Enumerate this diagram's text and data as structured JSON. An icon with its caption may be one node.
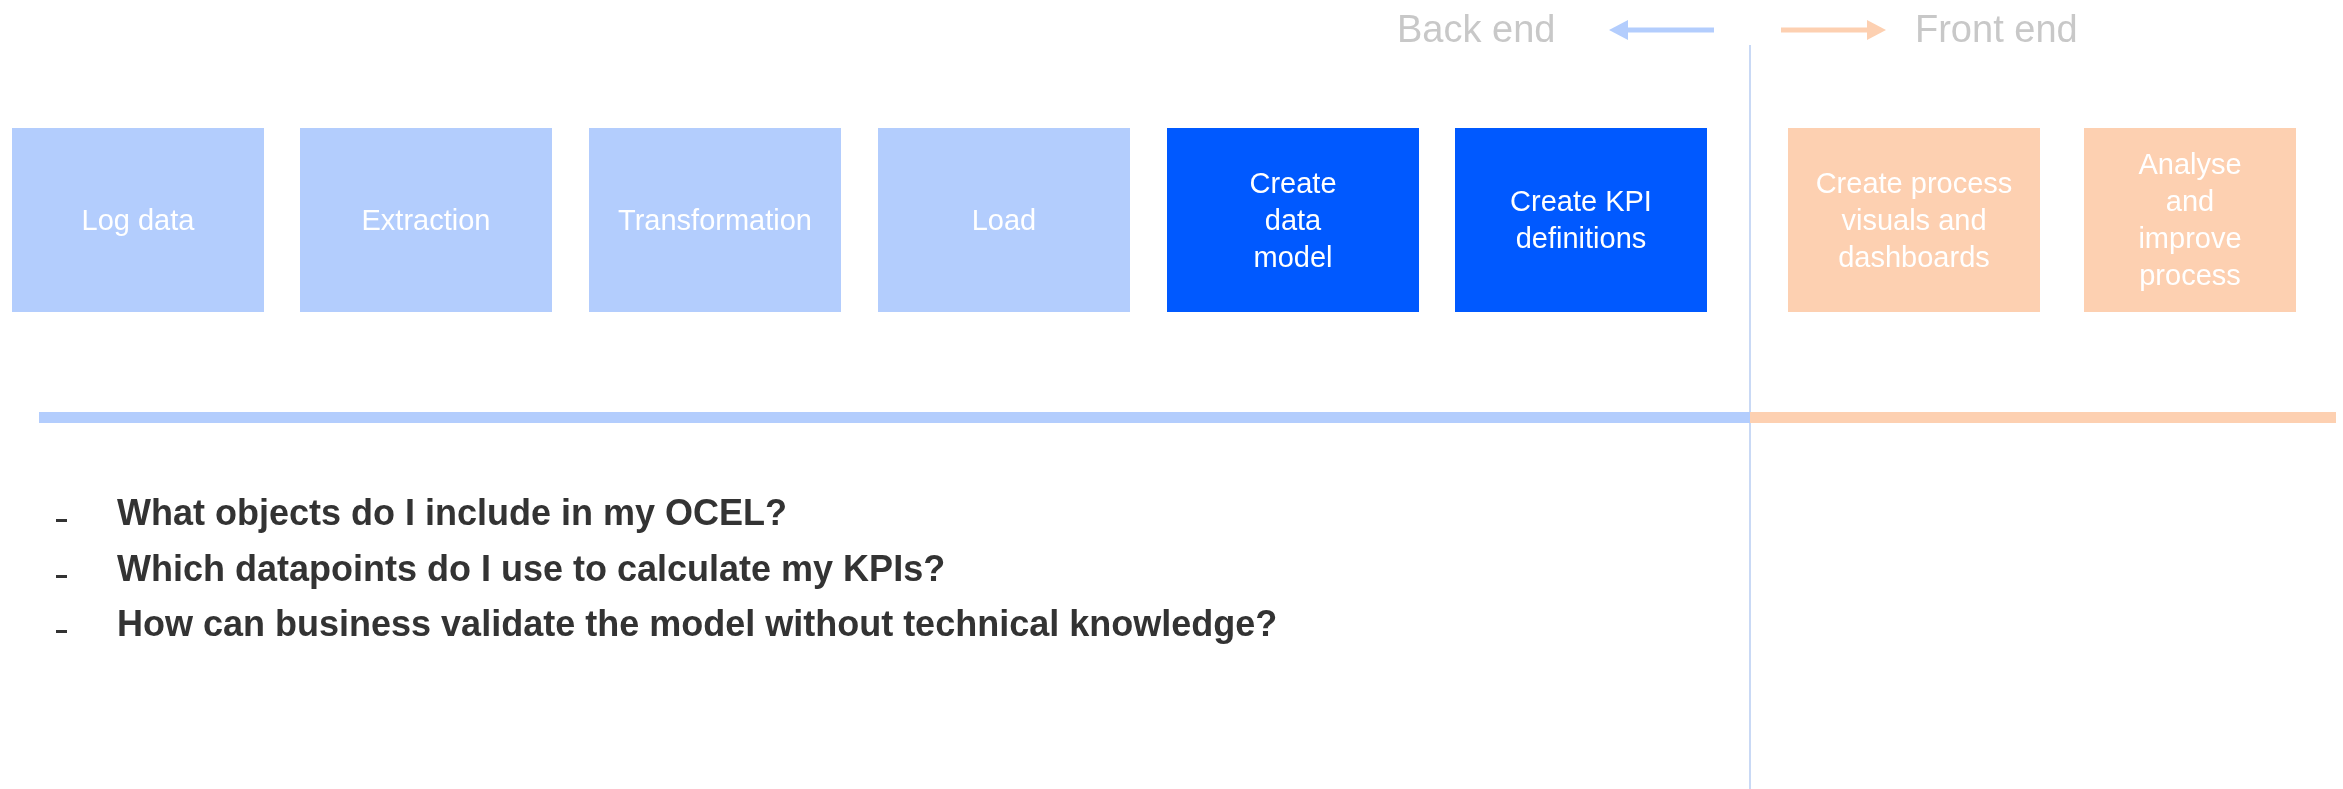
{
  "diagram": {
    "nodes": [
      {
        "text": [
          "Log data"
        ]
      },
      {
        "text": [
          "Extraction"
        ]
      },
      {
        "text": [
          "Transformation"
        ]
      },
      {
        "text": [
          "Load"
        ]
      },
      {
        "text": [
          "Create data model"
        ]
      },
      {
        "text": [
          "Create KPI definitions"
        ]
      },
      {
        "text": [
          "Create process visuals and dashboards"
        ]
      },
      {
        "text": [
          "Analyse and improve process"
        ]
      }
    ],
    "labels": [
      "Back end",
      "Front end",
      "What objects do I include in my OCEL?",
      "Which datapoints do I use to calculate my KPIs?",
      "How can business validate the model without technical knowledge?"
    ]
  }
}
